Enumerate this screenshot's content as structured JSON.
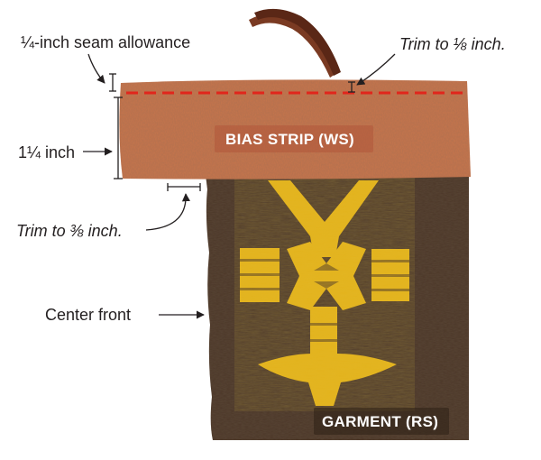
{
  "labels": {
    "seam_allowance": "¼-inch seam allowance",
    "trim_eighth": "Trim to ⅛ inch.",
    "width": "1¼ inch",
    "trim_three_eighths": "Trim to ⅜ inch.",
    "center_front": "Center front",
    "bias_strip": "BIAS STRIP (WS)",
    "garment": "GARMENT (RS)"
  },
  "colors": {
    "bias_strip": "#c9764e",
    "bias_strip_label_bg": "#b0563a",
    "garment": "#4a3526",
    "garment_label_bg": "#3a291d",
    "motif": "#e8b41a",
    "seam_line": "#e1261c",
    "ink": "#231f20",
    "cord": "#7a3a22"
  },
  "icons": [
    "arrow-right-icon",
    "leader-line-icon",
    "dimension-bracket-icon"
  ]
}
